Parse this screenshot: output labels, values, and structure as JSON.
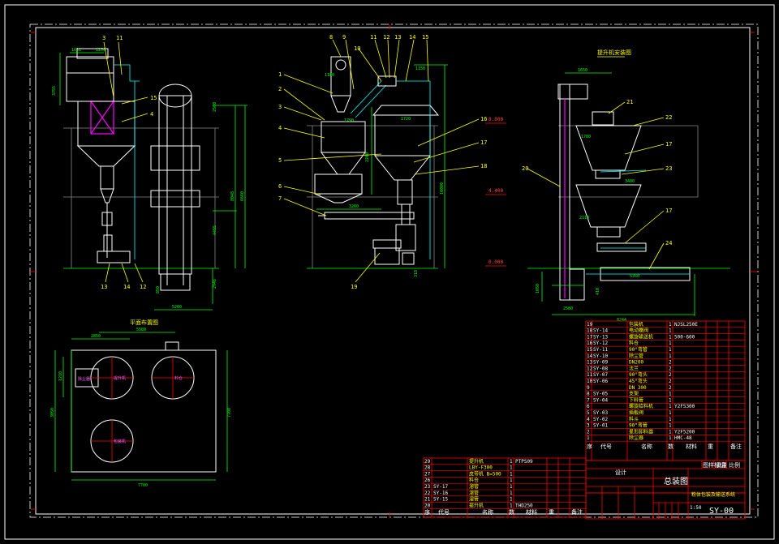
{
  "views": {
    "left_elevation": {
      "callouts": [
        "3",
        "11",
        "15",
        "4",
        "13",
        "14",
        "12"
      ],
      "dimensions": [
        "1631",
        "1256",
        "3755",
        "2560",
        "8048",
        "6660",
        "4455",
        "2946",
        "850",
        "5260"
      ]
    },
    "middle_elevation": {
      "callouts": [
        "8",
        "9",
        "10",
        "11",
        "12",
        "13",
        "14",
        "15",
        "1",
        "2",
        "3",
        "4",
        "5",
        "6",
        "7",
        "19",
        "16",
        "17",
        "18"
      ],
      "dimensions": [
        "1150",
        "1180",
        "1790",
        "1720",
        "2260",
        "3260",
        "10000",
        "318"
      ]
    },
    "levels": [
      "8.800",
      "4.400",
      "0.000"
    ],
    "right_elevation": {
      "title": "提升机安装图",
      "callouts": [
        "21",
        "22",
        "17",
        "23",
        "17",
        "24",
        "20"
      ],
      "dimensions": [
        "1650",
        "1780",
        "3400",
        "2110",
        "5350",
        "1050",
        "2580",
        "8244",
        "410"
      ]
    },
    "plan": {
      "title": "平面布置图",
      "labels": [
        "除尘器",
        "提升机",
        "料仓",
        "包装机"
      ],
      "dimensions": [
        "2850",
        "5589",
        "1210",
        "3050",
        "7700",
        "7700"
      ]
    }
  },
  "parts_list": {
    "header": [
      "序",
      "代号",
      "名称",
      "数",
      "材料",
      "重",
      "备注"
    ],
    "rows": [
      {
        "no": "19",
        "code": "",
        "name": "包装机",
        "qty": "1",
        "material": "NJSL250E"
      },
      {
        "no": "18",
        "code": "SY-14",
        "name": "电动蝶阀",
        "qty": "1",
        "material": ""
      },
      {
        "no": "17",
        "code": "SY-13",
        "name": "螺旋输送机",
        "qty": "1",
        "material": "500-600"
      },
      {
        "no": "16",
        "code": "SY-12",
        "name": "料仓",
        "qty": "1",
        "material": ""
      },
      {
        "no": "15",
        "code": "SY-11",
        "name": "90°弯管",
        "qty": "1",
        "material": ""
      },
      {
        "no": "14",
        "code": "SY-10",
        "name": "除尘管",
        "qty": "1",
        "material": ""
      },
      {
        "no": "13",
        "code": "SY-09",
        "name": "DN200",
        "qty": "2",
        "material": ""
      },
      {
        "no": "12",
        "code": "SY-08",
        "name": "法兰",
        "qty": "2",
        "material": ""
      },
      {
        "no": "11",
        "code": "SY-07",
        "name": "90°弯头",
        "qty": "2",
        "material": ""
      },
      {
        "no": "10",
        "code": "SY-06",
        "name": "45°弯头",
        "qty": "2",
        "material": ""
      },
      {
        "no": "9",
        "code": "",
        "name": "DN 300",
        "qty": "2",
        "material": ""
      },
      {
        "no": "8",
        "code": "SY-05",
        "name": "支架",
        "qty": "1",
        "material": ""
      },
      {
        "no": "7",
        "code": "SY-04",
        "name": "下料管",
        "qty": "1",
        "material": ""
      },
      {
        "no": "6",
        "code": "",
        "name": "螺旋给料机",
        "qty": "1",
        "material": "Y2F5300"
      },
      {
        "no": "5",
        "code": "SY-03",
        "name": "插板阀",
        "qty": "1",
        "material": ""
      },
      {
        "no": "4",
        "code": "SY-02",
        "name": "料斗",
        "qty": "1",
        "material": ""
      },
      {
        "no": "3",
        "code": "SY-01",
        "name": "90°弯管",
        "qty": "1",
        "material": ""
      },
      {
        "no": "2",
        "code": "",
        "name": "星形卸料器",
        "qty": "1",
        "material": "Y2F5200"
      },
      {
        "no": "1",
        "code": "",
        "name": "除尘器",
        "qty": "1",
        "material": "HMC-48"
      }
    ]
  },
  "parts_list_2": {
    "header": [
      "序",
      "代号",
      "名称",
      "数",
      "材料",
      "重",
      "备注"
    ],
    "rows": [
      {
        "no": "29",
        "code": "",
        "name": "提升机",
        "qty": "1",
        "material": "PTPS09"
      },
      {
        "no": "28",
        "code": "",
        "name": "LBY-F300",
        "qty": "1",
        "material": ""
      },
      {
        "no": "27",
        "code": "",
        "name": "皮带机 B=500",
        "qty": "1",
        "material": ""
      },
      {
        "no": "26",
        "code": "",
        "name": "料仓",
        "qty": "1",
        "material": ""
      },
      {
        "no": "23",
        "code": "SY-17",
        "name": "溜管",
        "qty": "1",
        "material": ""
      },
      {
        "no": "22",
        "code": "SY-16",
        "name": "溜管",
        "qty": "1",
        "material": ""
      },
      {
        "no": "21",
        "code": "SY-15",
        "name": "溜管",
        "qty": "1",
        "material": ""
      },
      {
        "no": "20",
        "code": "",
        "name": "提升机",
        "qty": "1",
        "material": "THD250"
      }
    ]
  },
  "title_block": {
    "drawing_title": "总装图",
    "subtitle": "粉体包装及输送系统",
    "scale": "1:50",
    "drawing_number": "SY-00",
    "labels": [
      "设计",
      "图样标记",
      "重量",
      "比例"
    ]
  }
}
